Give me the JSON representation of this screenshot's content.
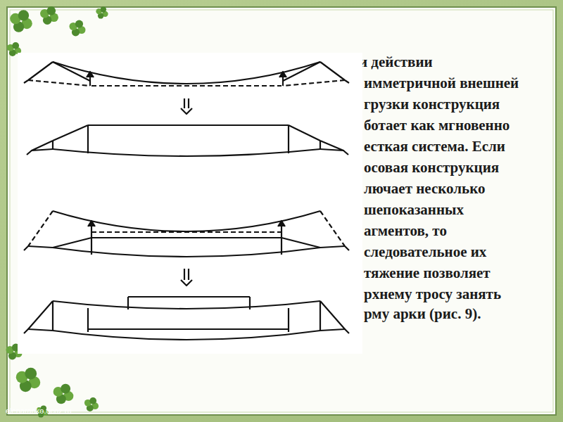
{
  "diagram": {
    "labels": [
      "При действии",
      "имметричной внешней",
      "грузки конструкция",
      "ботает как мгновенно",
      "есткая система. Если",
      "осовая конструкция",
      "лючает несколько",
      "шепоказанных",
      "агментов, то",
      "следовательное их",
      "тяжение позволяет",
      "рхнему тросу занять",
      "рму арки (рис. 9).",
      "elenaranko.ucoz.ru"
    ]
  }
}
